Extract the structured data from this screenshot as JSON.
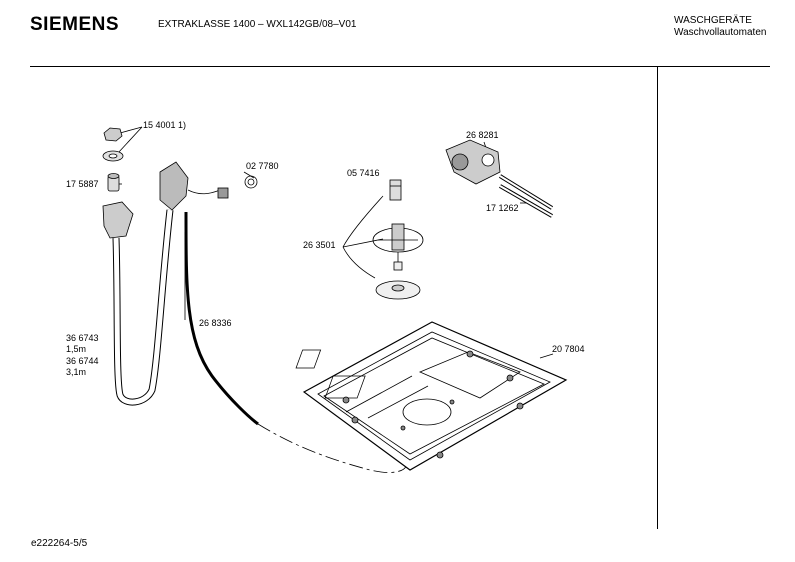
{
  "header": {
    "brand": "SIEMENS",
    "model": "EXTRAKLASSE 1400 – WXL142GB/08–V01",
    "category": "WASCHGERÄTE",
    "subcategory": "Waschvollautomaten"
  },
  "footer": {
    "drawing_id": "e222264-5/5"
  },
  "parts": {
    "nut_cap": "15 4001 1)",
    "connector": "17 5887",
    "washer": "02 7780",
    "hose_a_no": "36 6743",
    "hose_a_len": "1,5m",
    "hose_b_no": "36 6744",
    "hose_b_len": "3,1m",
    "drain_hose": "26 8336",
    "plug": "05 7416",
    "valve_group": "26 3501",
    "inlet_valve": "26 8281",
    "rods": "17 1262",
    "base_tray": "20 7804"
  }
}
